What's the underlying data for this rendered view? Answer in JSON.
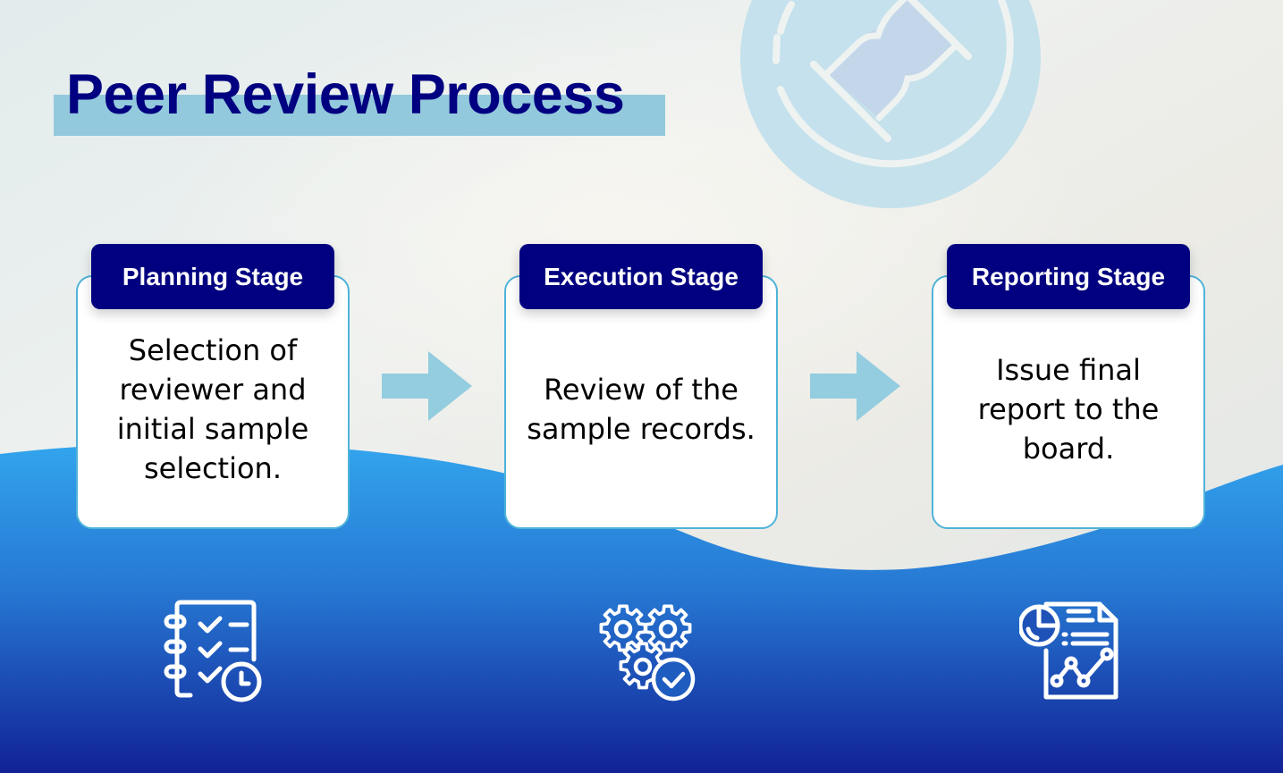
{
  "title": "Peer Review Process",
  "colors": {
    "title": "#000080",
    "title_highlight": "#93c9dc",
    "label_bg": "#000080",
    "card_border": "#4fb3d9",
    "arrow": "#93cddf",
    "wave_top": "#33a3ea",
    "wave_bottom": "#112296",
    "hourglass_circle": "#c2dfec"
  },
  "decor": {
    "background_icon": "hourglass-icon"
  },
  "stages": [
    {
      "label": "Planning Stage",
      "description": "Selection of reviewer and initial sample selection.",
      "icon": "checklist-clock-icon"
    },
    {
      "label": "Execution Stage",
      "description": "Review of the sample records.",
      "icon": "gears-check-icon"
    },
    {
      "label": "Reporting Stage",
      "description": "Issue final report to the board.",
      "icon": "report-chart-icon"
    }
  ],
  "connectors": [
    {
      "icon": "arrow-right-icon"
    },
    {
      "icon": "arrow-right-icon"
    }
  ]
}
